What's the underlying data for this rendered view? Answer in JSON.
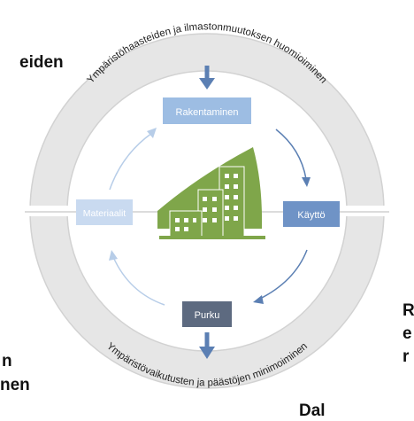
{
  "outer_text_fragments": [
    {
      "id": "frag-top-left",
      "text": "eiden"
    },
    {
      "id": "frag-bottom-left-1",
      "text": "n"
    },
    {
      "id": "frag-bottom-left-2",
      "text": "nen"
    },
    {
      "id": "frag-right-1",
      "text": "R"
    },
    {
      "id": "frag-right-2",
      "text": "e"
    },
    {
      "id": "frag-right-3",
      "text": "r"
    },
    {
      "id": "frag-bottom",
      "text": "Dal"
    }
  ],
  "ring_text_top": "Ympäristöhaasteiden ja ilmastonmuutoksen huomioiminen",
  "ring_text_bottom": "Ympäristövaikutusten ja päästöjen minimoiminen",
  "stages": {
    "top": {
      "label": "Rakentaminen",
      "color": "#9dbde3"
    },
    "right": {
      "label": "Käyttö",
      "color": "#6f93c6"
    },
    "bottom": {
      "label": "Purku",
      "color": "#5d6a80"
    },
    "left": {
      "label": "Materiaalit",
      "color": "#c9daf0"
    }
  },
  "colors": {
    "ring": "#e4e4e4",
    "ring_edge": "#d2d2d2",
    "arrow_blue": "#5b7fb3",
    "arrow_light": "#b7cde8",
    "building_green": "#7fa64a",
    "ring_text": "#222222"
  },
  "center_icon": "building-icon"
}
